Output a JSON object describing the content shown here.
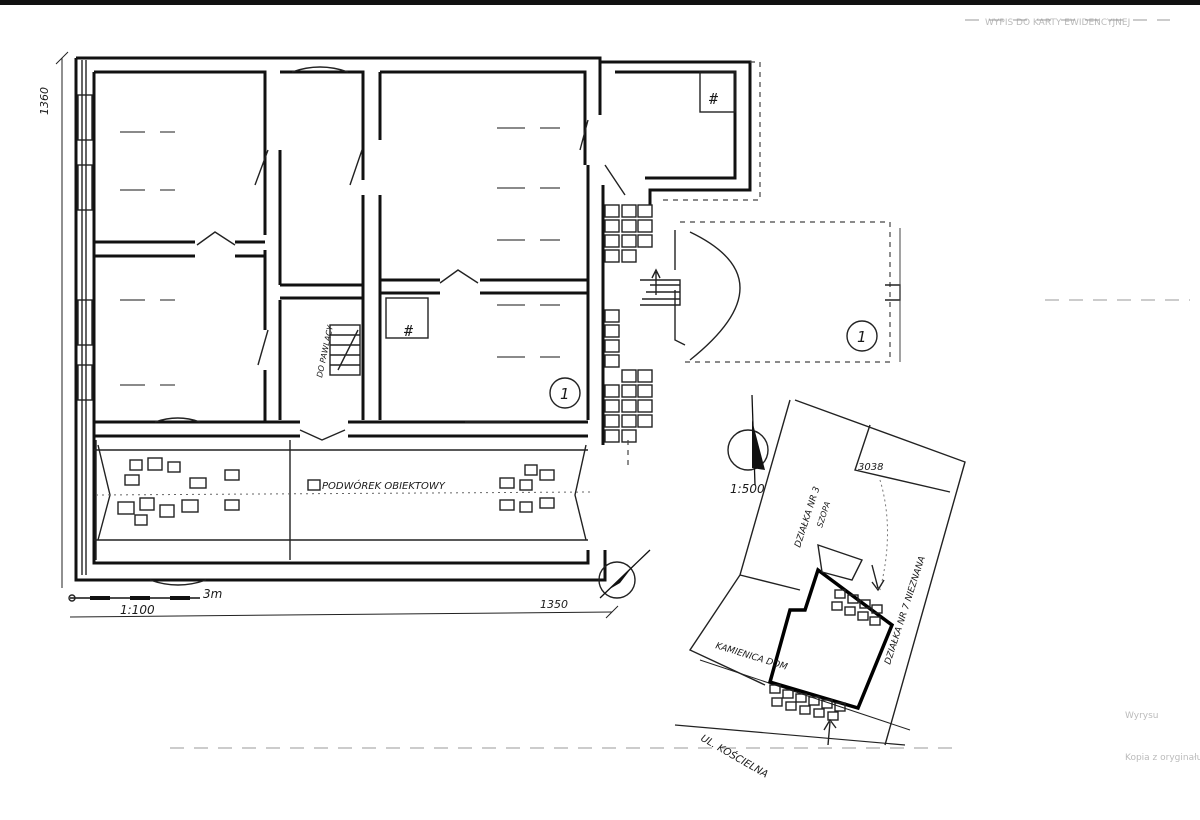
{
  "plan": {
    "dimension_height": "1360",
    "dimension_width": "1350",
    "scale_main": "1:100",
    "scale_bar_label": "3m",
    "label_attic": "DO PAWLACY",
    "label_courtyard": "PODWÓREK OBIEKTOWY",
    "room_number_main": "1",
    "room_number_annex": "1",
    "chimney_mark": "#"
  },
  "site": {
    "scale": "1:500",
    "dimension_top": "3038",
    "parcel_left": "DZIAŁKA NR 3",
    "parcel_right": "DZIAŁKA NR 7 NIEZNANA",
    "building_label": "KAMIENICA DOM",
    "street": "UL. KOŚCIELNA",
    "shed_label": "SZOPA"
  },
  "sheet": {
    "header_text": "WYPIS DO KARTY EWIDENCYJNEJ",
    "side_note_1": "Wyrysu",
    "side_note_2": "Kopia z oryginału"
  },
  "colors": {
    "ink": "#111111",
    "paper": "#ffffff",
    "faint": "#999999"
  }
}
